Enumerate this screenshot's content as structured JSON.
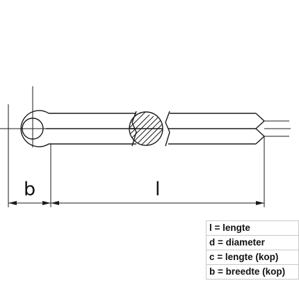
{
  "dimensions": {
    "b_label": "b",
    "l_label": "l"
  },
  "legend": {
    "items": [
      "l = lengte",
      "d = diameter",
      "c = lengte (kop)",
      "b = breedte (kop)"
    ]
  },
  "colors": {
    "line": "#1a1a1a",
    "legend_border": "#c8c8c8"
  }
}
